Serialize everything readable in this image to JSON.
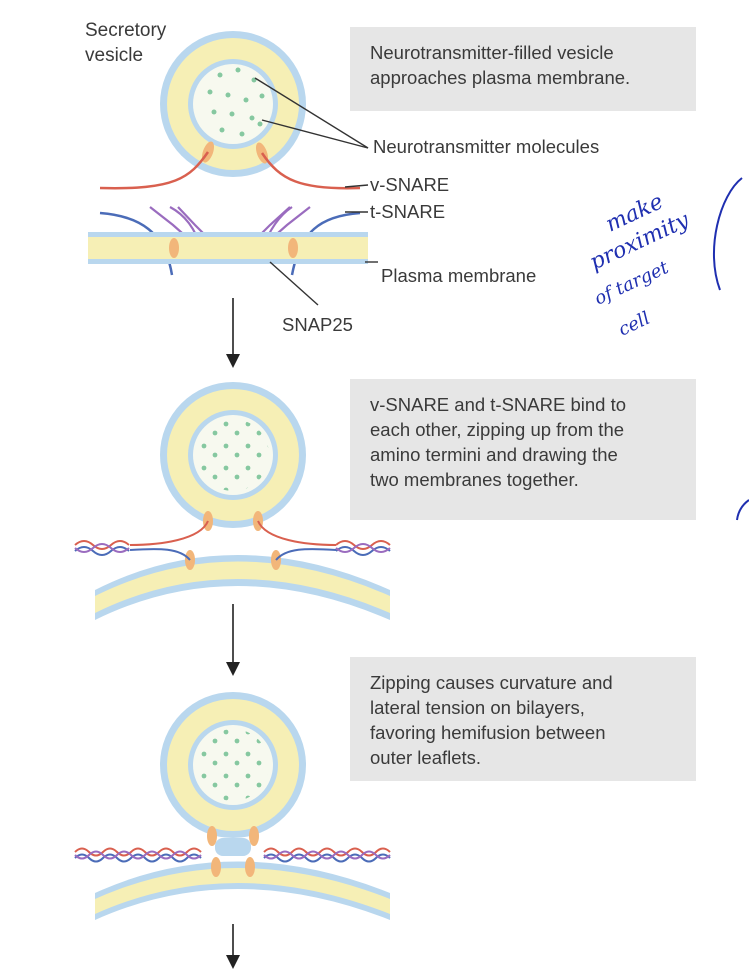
{
  "labels": {
    "secretory_vesicle": [
      "Secretory",
      "vesicle"
    ],
    "neurotransmitter_molecules": "Neurotransmitter molecules",
    "v_snare": "v-SNARE",
    "t_snare": "t-SNARE",
    "plasma_membrane": "Plasma membrane",
    "snap25": "SNAP25"
  },
  "steps": [
    {
      "caption": [
        "Neurotransmitter-filled vesicle",
        "approaches plasma membrane."
      ]
    },
    {
      "caption": [
        "v-SNARE and t-SNARE bind to",
        "each other, zipping up from the",
        "amino termini and drawing the",
        "two membranes together."
      ]
    },
    {
      "caption": [
        "Zipping causes curvature and",
        "lateral tension on bilayers,",
        "favoring hemifusion between",
        "outer leaflets."
      ]
    }
  ],
  "handwritten_note": [
    "make",
    "proximity",
    "of target",
    "cell"
  ],
  "colors": {
    "membrane_outer": "#b9d7ee",
    "membrane_core": "#f6efb5",
    "lumen": "#f7f9ef",
    "neurotransmitter": "#86c8a0",
    "v_snare": "#d9604f",
    "t_snare": "#4b6cb8",
    "snap25": "#9a6cbf",
    "protein_foot": "#f2b67a",
    "caption_box": "#e6e6e6",
    "ink_note": "#1f2fb0"
  }
}
